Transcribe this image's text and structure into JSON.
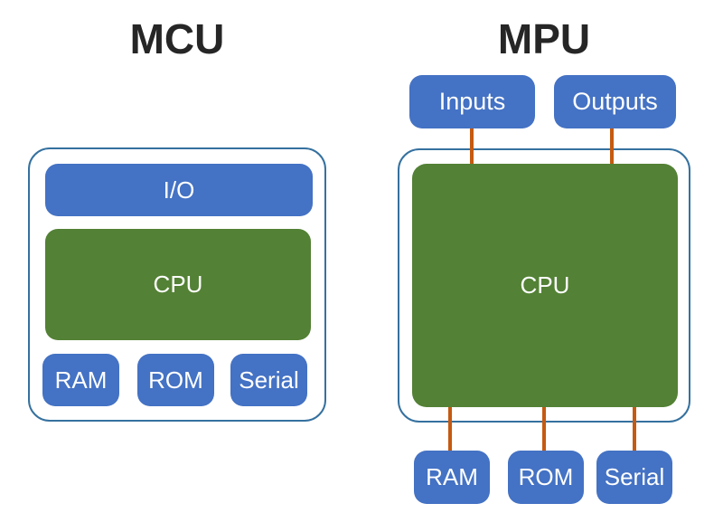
{
  "diagram": {
    "description": "Comparison of MCU and MPU block architectures",
    "colors": {
      "block_blue": "#4472C4",
      "block_green": "#538135",
      "connector_orange": "#C55A11",
      "container_border": "#35719F",
      "title_text": "#262626",
      "block_text": "#ffffff",
      "background": "#ffffff"
    },
    "mcu": {
      "title": "MCU",
      "blocks": {
        "io": "I/O",
        "cpu": "CPU",
        "ram": "RAM",
        "rom": "ROM",
        "serial": "Serial"
      }
    },
    "mpu": {
      "title": "MPU",
      "blocks": {
        "inputs": "Inputs",
        "outputs": "Outputs",
        "cpu": "CPU",
        "ram": "RAM",
        "rom": "ROM",
        "serial": "Serial"
      },
      "connectors": [
        "inputs-to-cpu",
        "outputs-to-cpu",
        "cpu-to-ram",
        "cpu-to-rom",
        "cpu-to-serial"
      ]
    }
  }
}
